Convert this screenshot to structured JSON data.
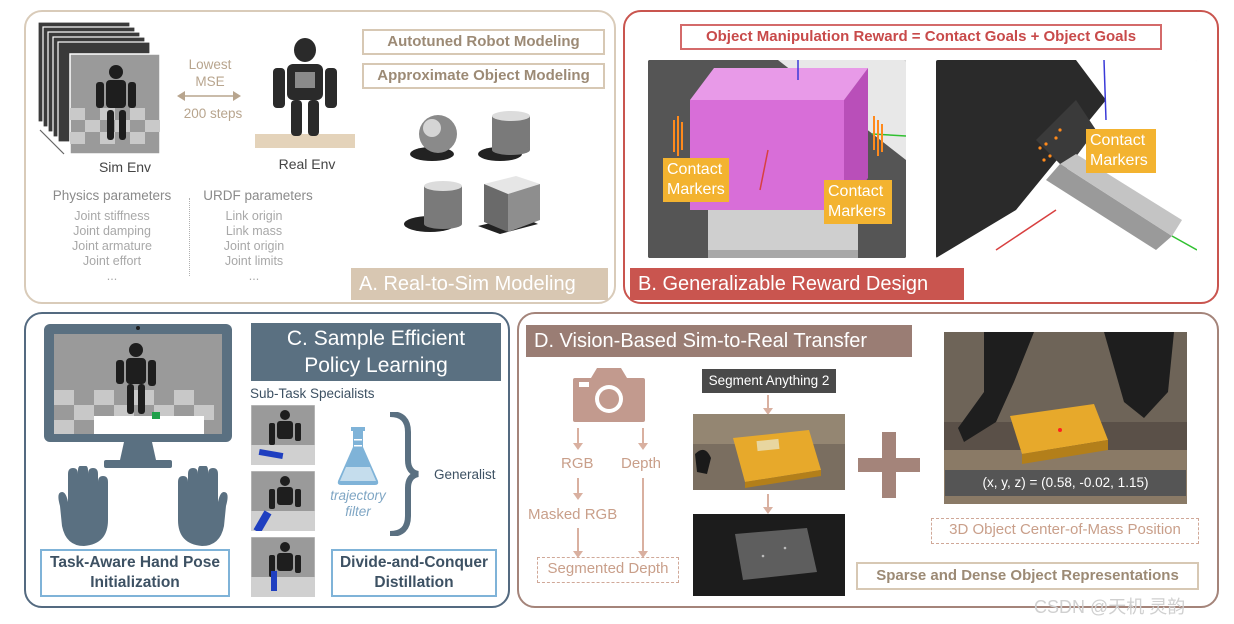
{
  "panel_a": {
    "sim_label": "Sim Env",
    "real_label": "Real Env",
    "lowest": "Lowest",
    "mse": "MSE",
    "steps": "200 steps",
    "autotuned": "Autotuned Robot Modeling",
    "approx": "Approximate Object Modeling",
    "physics_header": "Physics parameters",
    "physics_items": [
      "Joint stiffness",
      "Joint damping",
      "Joint armature",
      "Joint effort",
      "..."
    ],
    "urdf_header": "URDF parameters",
    "urdf_items": [
      "Link origin",
      "Link mass",
      "Joint origin",
      "Joint limits",
      "..."
    ],
    "banner": "A. Real-to-Sim Modeling"
  },
  "panel_b": {
    "title": "Object Manipulation Reward = Contact Goals + Object Goals",
    "marker1": "Contact Markers",
    "marker2": "Contact Markers",
    "marker3": "Contact Markers",
    "banner": "B. Generalizable Reward Design"
  },
  "panel_c": {
    "banner_line1": "C. Sample Efficient",
    "banner_line2": "Policy Learning",
    "specialists": "Sub-Task Specialists",
    "filter_line1": "trajectory",
    "filter_line2": "filter",
    "generalist": "Generalist",
    "hand_pose_line1": "Task-Aware Hand Pose",
    "hand_pose_line2": "Initialization",
    "distill_line1": "Divide-and-Conquer",
    "distill_line2": "Distillation"
  },
  "panel_d": {
    "banner": "D. Vision-Based Sim-to-Real Transfer",
    "segment": "Segment Anything 2",
    "rgb": "RGB",
    "depth": "Depth",
    "masked_rgb": "Masked RGB",
    "segmented_depth": "Segmented Depth",
    "coords": "(x, y, z) = (0.58, -0.02, 1.15)",
    "com": "3D Object Center-of-Mass Position",
    "sparse_dense": "Sparse and Dense Object Representations"
  },
  "watermark": "CSDN @天机 灵韵",
  "colors": {
    "panel_a_border": "#d9cbb9",
    "panel_b_border": "#c9554f",
    "panel_c_border": "#546a80",
    "panel_d_border": "#a4847a",
    "banner_a": "#d8c7b2",
    "banner_b": "#c9554f",
    "banner_c": "#5a7081",
    "banner_d": "#9a7d74",
    "marker": "#f3b330",
    "cube": "#d86ed8"
  }
}
